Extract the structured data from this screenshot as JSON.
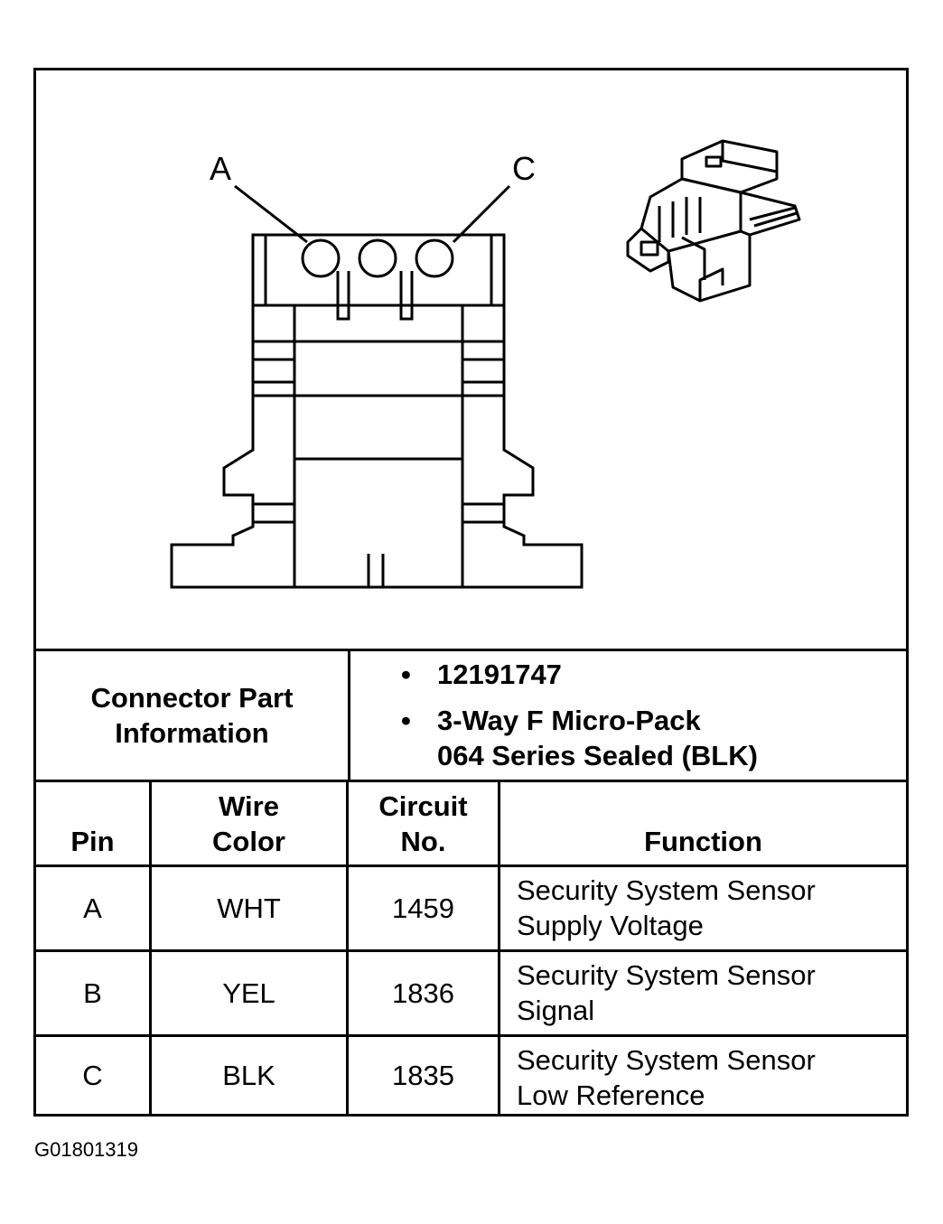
{
  "diagram": {
    "pin_labels": {
      "left": "A",
      "right": "C"
    }
  },
  "connector_info": {
    "label_line1": "Connector Part",
    "label_line2": "Information",
    "bullets": [
      {
        "lines": [
          "12191747"
        ]
      },
      {
        "lines": [
          "3-Way F Micro-Pack",
          "064 Series Sealed (BLK)"
        ]
      }
    ],
    "bullet_glyph": "•"
  },
  "table": {
    "headers": {
      "pin": "Pin",
      "wire_color_line1": "Wire",
      "wire_color_line2": "Color",
      "circuit_line1": "Circuit",
      "circuit_line2": "No.",
      "function": "Function"
    },
    "rows": [
      {
        "pin": "A",
        "wire_color": "WHT",
        "circuit": "1459",
        "function_line1": "Security System Sensor",
        "function_line2": "Supply Voltage"
      },
      {
        "pin": "B",
        "wire_color": "YEL",
        "circuit": "1836",
        "function_line1": "Security System Sensor",
        "function_line2": "Signal"
      },
      {
        "pin": "C",
        "wire_color": "BLK",
        "circuit": "1835",
        "function_line1": "Security System Sensor",
        "function_line2": "Low Reference"
      }
    ]
  },
  "figure_id": "G01801319"
}
